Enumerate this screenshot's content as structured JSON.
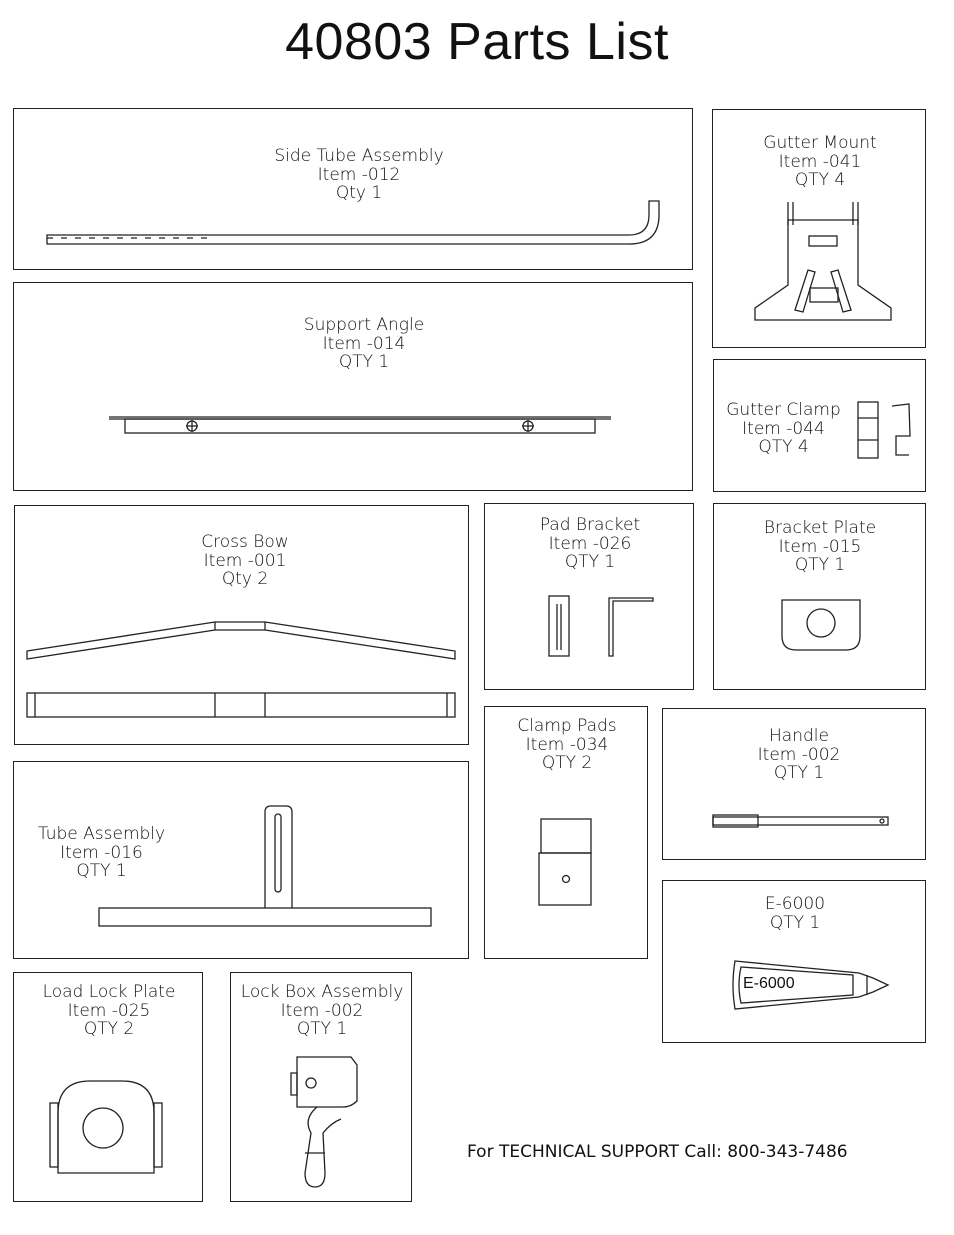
{
  "title": "40803 Parts List",
  "parts": {
    "side_tube": {
      "name": "Side Tube Assembly",
      "item": "Item -012",
      "qty": "Qty 1"
    },
    "support_angle": {
      "name": "Support Angle",
      "item": "Item -014",
      "qty": "QTY 1"
    },
    "gutter_mount": {
      "name": "Gutter Mount",
      "item": "Item -041",
      "qty": "QTY 4"
    },
    "gutter_clamp": {
      "name": "Gutter Clamp",
      "item": "Item -044",
      "qty": "QTY 4"
    },
    "cross_bow": {
      "name": "Cross Bow",
      "item": "Item -001",
      "qty": "Qty 2"
    },
    "pad_bracket": {
      "name": "Pad Bracket",
      "item": "Item -026",
      "qty": "QTY 1"
    },
    "bracket_plate": {
      "name": "Bracket Plate",
      "item": "Item -015",
      "qty": "QTY 1"
    },
    "clamp_pads": {
      "name": "Clamp Pads",
      "item": "Item -034",
      "qty": "QTY 2"
    },
    "handle": {
      "name": "Handle",
      "item": "Item -002",
      "qty": "QTY 1"
    },
    "tube_assembly": {
      "name": "Tube Assembly",
      "item": "Item -016",
      "qty": "QTY 1"
    },
    "e6000": {
      "name": "E-6000",
      "qty": "QTY 1",
      "tube_label": "E-6000"
    },
    "load_lock_plate": {
      "name": "Load Lock Plate",
      "item": "Item -025",
      "qty": "QTY 2"
    },
    "lock_box": {
      "name": "Lock Box Assembly",
      "item": "Item -002",
      "qty": "QTY 1"
    }
  },
  "support_line": "For TECHNICAL SUPPORT Call: 800-343-7486"
}
